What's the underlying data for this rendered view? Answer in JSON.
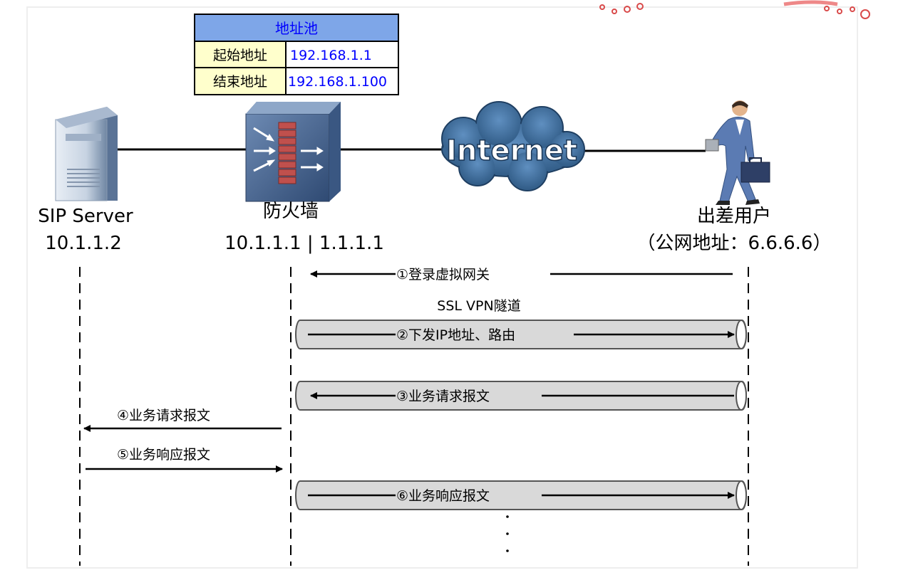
{
  "address_pool": {
    "title": "地址池",
    "start_label": "起始地址",
    "start_value": "192.168.1.1",
    "end_label": "结束地址",
    "end_value": "192.168.1.100"
  },
  "nodes": {
    "sip_server": {
      "name": "SIP Server",
      "ip": "10.1.1.2",
      "icon": "server-icon"
    },
    "firewall": {
      "name": "防火墙",
      "ip": "10.1.1.1 | 1.1.1.1",
      "icon": "firewall-icon"
    },
    "internet": {
      "label": "Internet",
      "icon": "cloud-icon"
    },
    "remote_user": {
      "name": "出差用户",
      "address": "（公网地址：6.6.6.6）",
      "icon": "business-traveler-icon"
    }
  },
  "tunnel_label": "SSL VPN隧道",
  "steps": [
    {
      "label": "①登录虚拟网关"
    },
    {
      "label": "②下发IP地址、路由"
    },
    {
      "label": "③业务请求报文"
    },
    {
      "label": "④业务请求报文"
    },
    {
      "label": "⑤业务响应报文"
    },
    {
      "label": "⑥业务响应报文"
    }
  ],
  "colors": {
    "pool_header": "#7ea6e8",
    "pool_label_bg": "#ffffcc",
    "pool_value_text": "#0000ff",
    "tunnel_fill": "#d9d9d9",
    "cloud_fill": "#3f6fa0",
    "firewall_fill": "#4f6d96",
    "brick": "#c0504d"
  }
}
